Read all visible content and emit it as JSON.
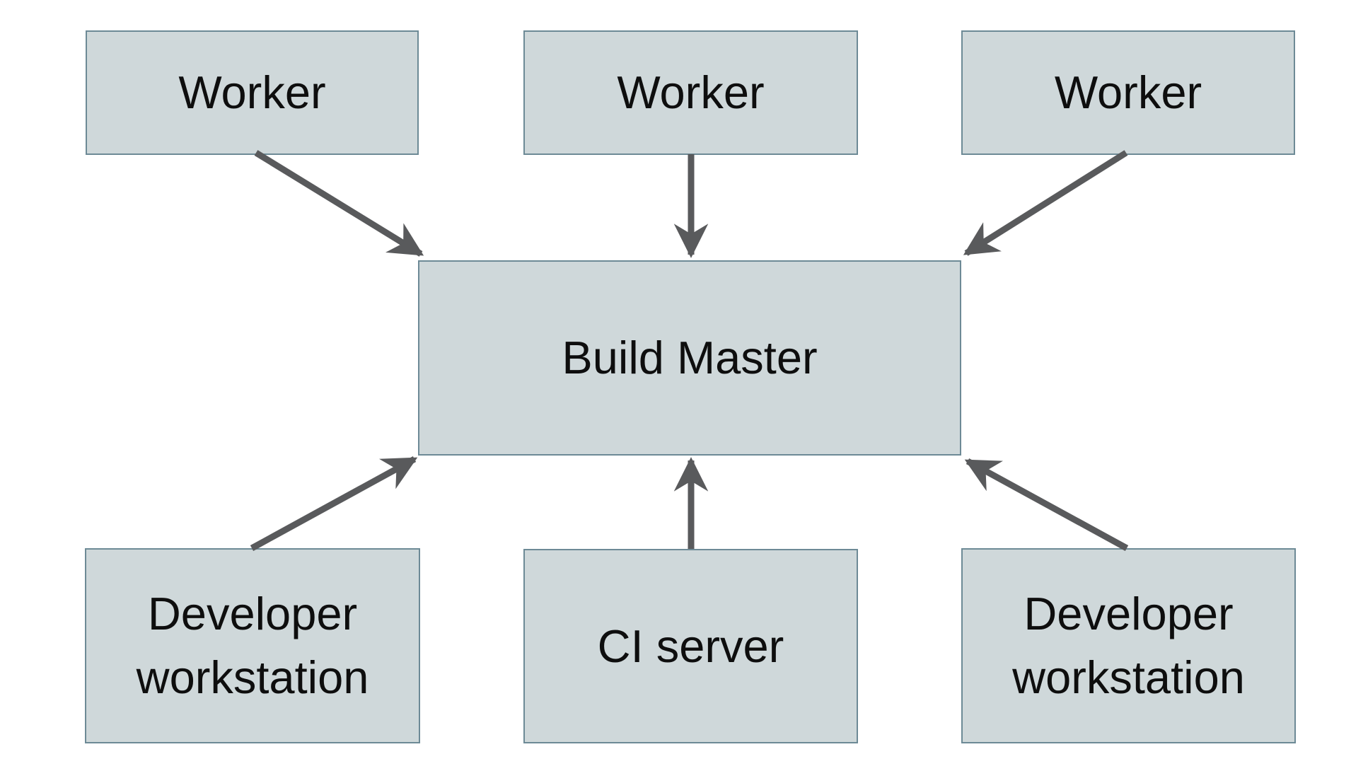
{
  "nodes": {
    "worker_1": {
      "label": "Worker"
    },
    "worker_2": {
      "label": "Worker"
    },
    "worker_3": {
      "label": "Worker"
    },
    "build_master": {
      "label": "Build Master"
    },
    "developer_workstation_left": {
      "label": "Developer workstation"
    },
    "ci_server": {
      "label": "CI server"
    },
    "developer_workstation_right": {
      "label": "Developer workstation"
    }
  },
  "edges": [
    {
      "from": "worker_1",
      "to": "build_master",
      "direction": "down-right"
    },
    {
      "from": "worker_2",
      "to": "build_master",
      "direction": "down"
    },
    {
      "from": "worker_3",
      "to": "build_master",
      "direction": "down-left"
    },
    {
      "from": "developer_workstation_left",
      "to": "build_master",
      "direction": "up-right"
    },
    {
      "from": "ci_server",
      "to": "build_master",
      "direction": "up"
    },
    {
      "from": "developer_workstation_right",
      "to": "build_master",
      "direction": "up-left"
    }
  ],
  "colors": {
    "background": "#ffffff",
    "node_fill": "#cfd8da",
    "node_border": "#6d8a96",
    "arrow": "#595a5c",
    "text": "#0e0e0e"
  }
}
